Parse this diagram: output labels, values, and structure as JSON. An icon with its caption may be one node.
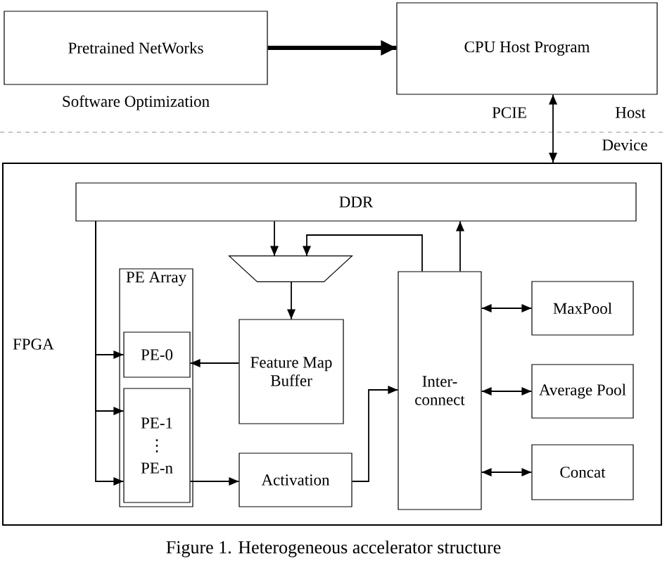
{
  "diagram": {
    "caption": "Figure 1. Heterogeneous accelerator structure",
    "nodes": [
      {
        "text": [
          "Pretrained NetWorks"
        ],
        "beside": [
          "Software Optimization"
        ]
      },
      {
        "text": [
          "CPU Host Program"
        ]
      },
      {
        "text": [
          "FPGA"
        ]
      },
      {
        "text": [
          "DDR"
        ],
        "in": 2
      },
      {
        "text": [],
        "shape": "trapezoid",
        "in": 2
      },
      {
        "text": [
          "PE Array"
        ],
        "in": 2
      },
      {
        "text": [
          "PE-0"
        ],
        "in": 5
      },
      {
        "text": [
          "PE-1",
          "⋮",
          "PE-n"
        ],
        "in": 5
      },
      {
        "text": [
          "Feature Map Buffer"
        ],
        "in": 2
      },
      {
        "text": [
          "Activation"
        ],
        "in": 2
      },
      {
        "text": [
          "Inter- connect"
        ],
        "in": 2
      },
      {
        "text": [
          "MaxPool"
        ],
        "in": 2
      },
      {
        "text": [
          "Average Pool"
        ],
        "in": 2
      },
      {
        "text": [
          "Concat"
        ],
        "in": 2
      }
    ],
    "edges": [
      {
        "from": 0,
        "to": 1,
        "arrow": "to",
        "style": "thick"
      },
      {
        "from": 1,
        "to": 2,
        "arrow": "both",
        "label": "PCIE"
      },
      {
        "from": 3,
        "to": 4,
        "arrow": "to"
      },
      {
        "from": 10,
        "to": 4,
        "arrow": "to"
      },
      {
        "from": 10,
        "to": 3,
        "arrow": "to"
      },
      {
        "from": 4,
        "to": 8,
        "arrow": "to"
      },
      {
        "from": 8,
        "to": 6,
        "arrow": "to"
      },
      {
        "from": 3,
        "to": 6,
        "arrow": "to"
      },
      {
        "from": 3,
        "to": 7,
        "arrow": "to"
      },
      {
        "from": 3,
        "to": 7,
        "arrow": "to"
      },
      {
        "from": 7,
        "to": 9,
        "arrow": "to"
      },
      {
        "from": 9,
        "to": 10,
        "arrow": "to"
      },
      {
        "from": 10,
        "to": 11,
        "arrow": "both"
      },
      {
        "from": 10,
        "to": 12,
        "arrow": "both"
      },
      {
        "from": 10,
        "to": 13,
        "arrow": "both"
      }
    ],
    "labels": [
      "Host",
      "Device"
    ]
  }
}
